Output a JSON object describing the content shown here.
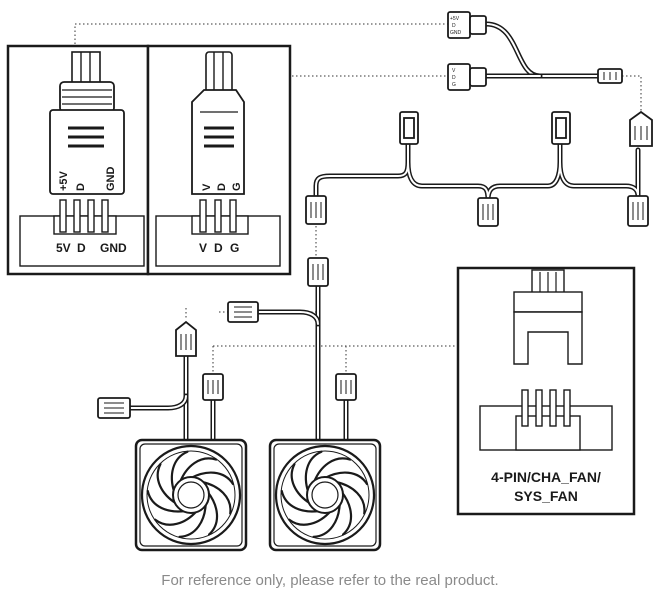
{
  "argb_header": {
    "connector_pins": [
      "+5V",
      "D",
      "GND"
    ],
    "header_pins": [
      "5V",
      "D",
      "GND"
    ]
  },
  "vdg_header": {
    "connector_pins": [
      "V",
      "D",
      "G"
    ],
    "header_pins": [
      "V",
      "D",
      "G"
    ]
  },
  "splitter_tiny_labels": {
    "top": [
      "+5V",
      "D",
      "GND"
    ],
    "bottom": [
      "V",
      "D",
      "G"
    ]
  },
  "fan_header_panel": {
    "label_line1": "4-PIN/CHA_FAN/",
    "label_line2": "SYS_FAN"
  },
  "caption": "For reference only, please refer to the real product."
}
